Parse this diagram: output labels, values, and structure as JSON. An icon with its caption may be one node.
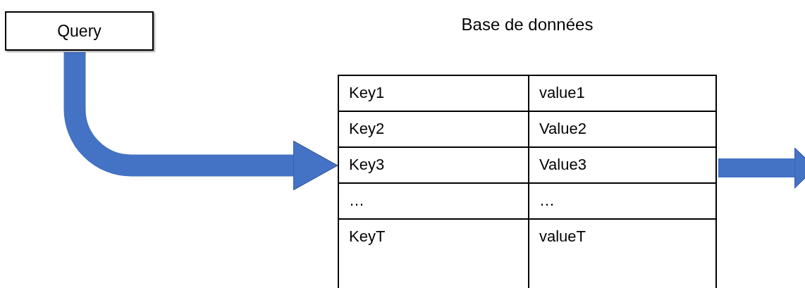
{
  "diagram": {
    "nodes": [
      {
        "text": [
          "Query"
        ]
      },
      {
        "text": [
          "Base de données"
        ]
      }
    ],
    "edges": [
      {
        "from": 0,
        "to": 1,
        "arrow": "to"
      },
      {
        "from": 1,
        "to": null,
        "arrow": "to"
      }
    ],
    "labels": [
      "Key1",
      "value1",
      "Key2",
      "Value2",
      "Key3",
      "Value3",
      "…",
      "…",
      "KeyT",
      "valueT"
    ]
  }
}
